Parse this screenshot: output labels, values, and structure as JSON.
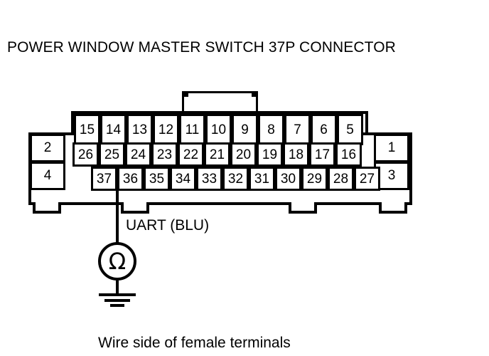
{
  "title": "POWER WINDOW MASTER SWITCH 37P CONNECTOR",
  "caption": "Wire side of female terminals",
  "connector": {
    "type": "37P",
    "view": "Wire side of female terminals",
    "rows": {
      "top": [
        "15",
        "14",
        "13",
        "12",
        "11",
        "10",
        "9",
        "8",
        "7",
        "6",
        "5"
      ],
      "middle": [
        "26",
        "25",
        "24",
        "23",
        "22",
        "21",
        "20",
        "19",
        "18",
        "17",
        "16"
      ],
      "bottom": [
        "37",
        "36",
        "35",
        "34",
        "33",
        "32",
        "31",
        "30",
        "29",
        "28",
        "27"
      ]
    },
    "side_left": {
      "upper": "2",
      "lower": "4"
    },
    "side_right": {
      "upper": "1",
      "lower": "3"
    },
    "latch_label": "lock-tab",
    "mount_tab_count": 4
  },
  "measurement": {
    "wire_label": "UART (BLU)",
    "probed_terminal": "36",
    "instrument_symbol": "Ω",
    "instrument_name": "ohmmeter",
    "reference": "ground"
  },
  "colors": {
    "ink": "#000000",
    "background": "#ffffff"
  }
}
